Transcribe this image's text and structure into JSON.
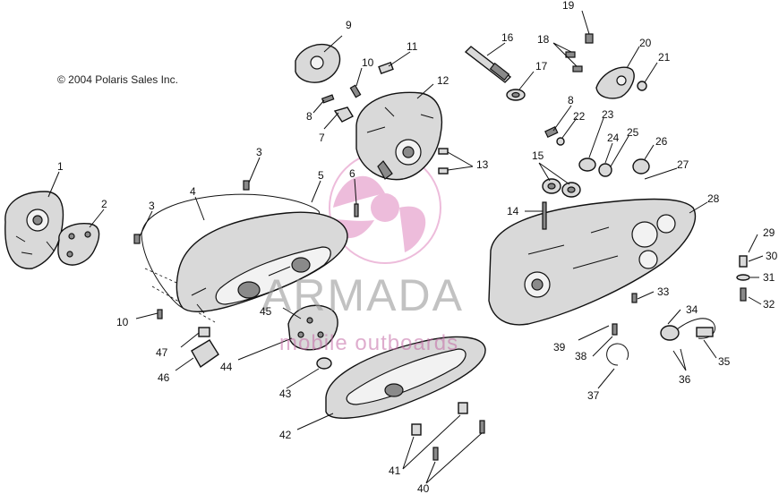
{
  "copyright": "© 2004 Polaris Sales Inc.",
  "watermark": {
    "brand": "ARMADA",
    "tagline": "mobile outboards",
    "accent_color": "#e8a6cf"
  },
  "callouts": [
    "1",
    "2",
    "3",
    "3",
    "4",
    "5",
    "6",
    "7",
    "8",
    "8",
    "9",
    "10",
    "10",
    "11",
    "12",
    "13",
    "14",
    "15",
    "16",
    "17",
    "18",
    "19",
    "20",
    "21",
    "22",
    "23",
    "24",
    "25",
    "26",
    "27",
    "28",
    "29",
    "30",
    "31",
    "32",
    "33",
    "34",
    "35",
    "36",
    "37",
    "38",
    "39",
    "40",
    "41",
    "42",
    "43",
    "44",
    "45",
    "46",
    "47"
  ]
}
